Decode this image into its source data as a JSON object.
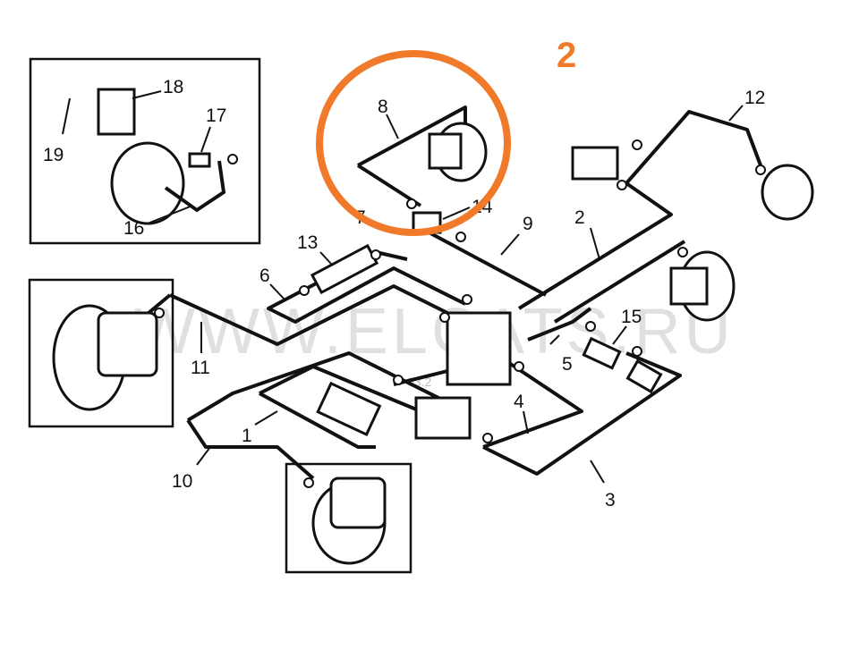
{
  "annotation": {
    "marker": "2",
    "color": "#f07a2a"
  },
  "watermark": "WWW.ELCATS.RU",
  "watermark_date": "03.2",
  "labels": {
    "l1": "1",
    "l2": "2",
    "l3": "3",
    "l4": "4",
    "l5": "5",
    "l6": "6",
    "l7": "7",
    "l8": "8",
    "l9": "9",
    "l10": "10",
    "l11": "11",
    "l12": "12",
    "l13": "13",
    "l14": "14",
    "l15": "15",
    "l16": "16",
    "l17": "17",
    "l18": "18",
    "l19": "19"
  }
}
